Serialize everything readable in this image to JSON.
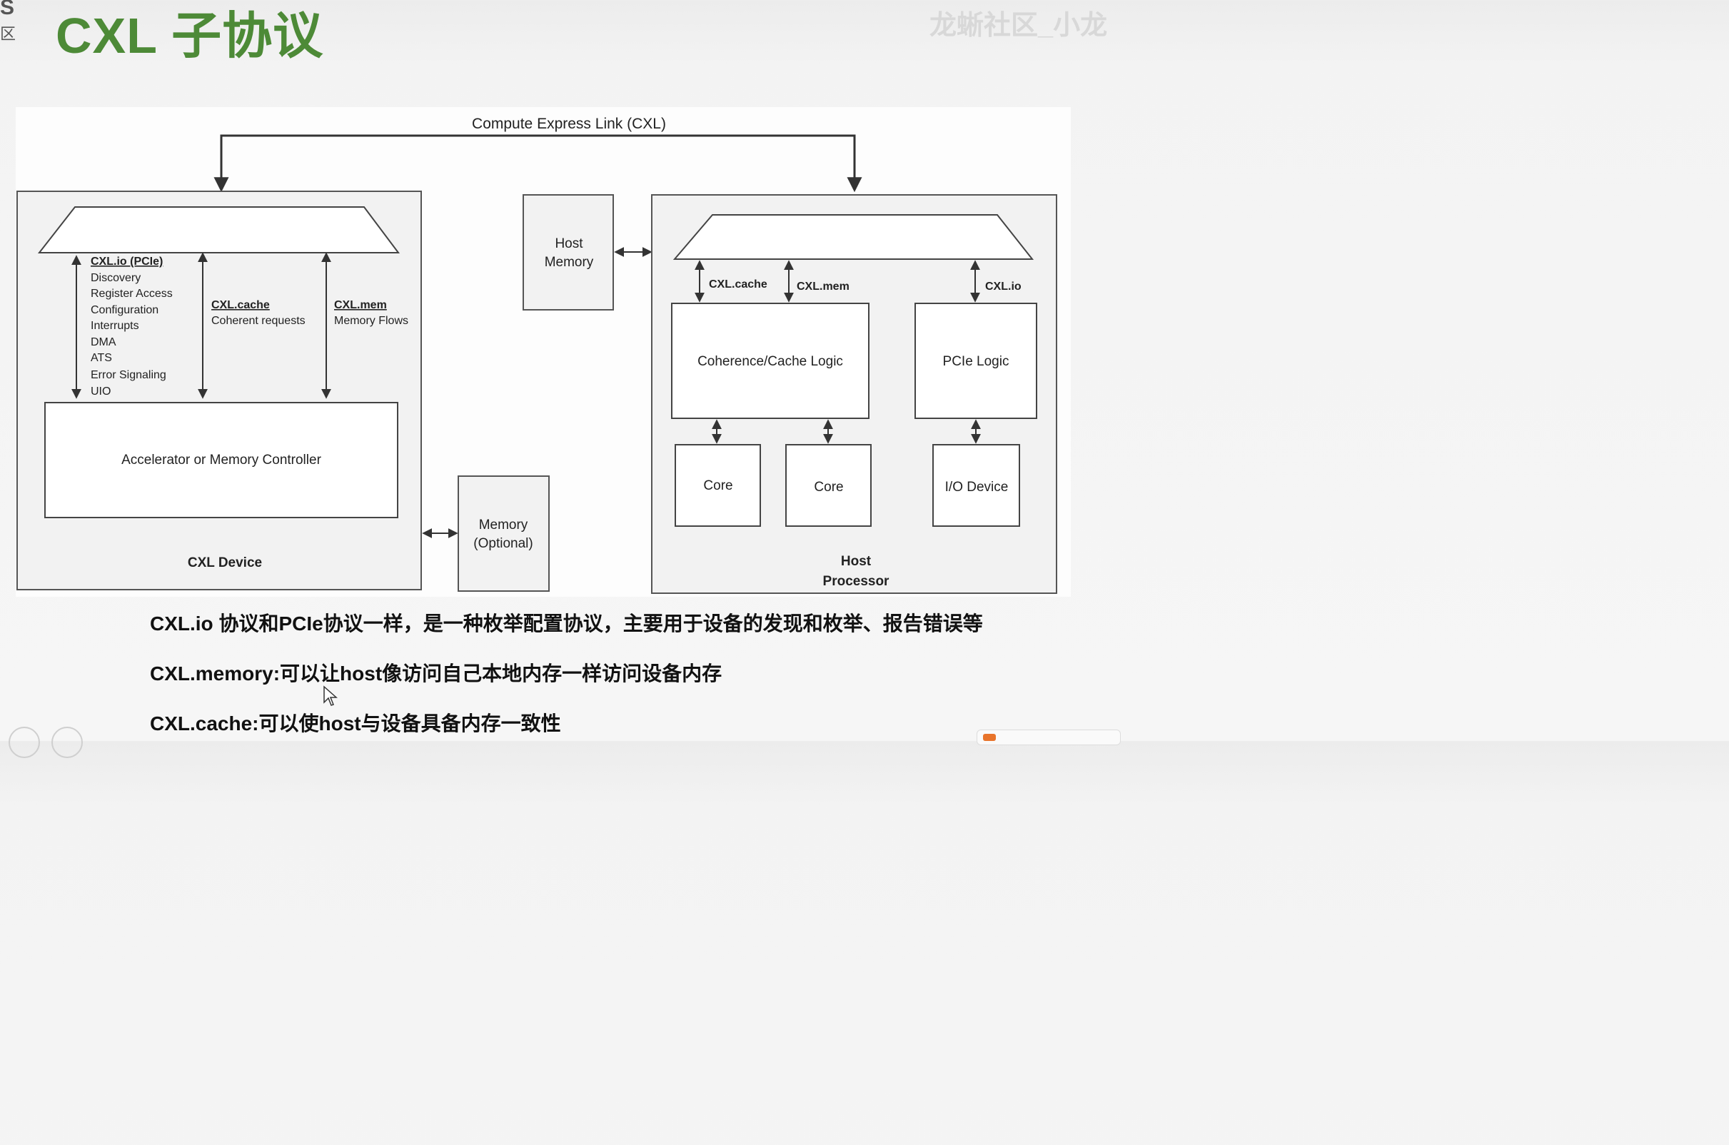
{
  "header": {
    "edge_glyph_top": "S",
    "edge_glyph_bottom": "区",
    "title": "CXL 子协议",
    "watermark": "龙蜥社区_小龙"
  },
  "diagram": {
    "link_label": "Compute Express Link (CXL)",
    "device": {
      "label": "CXL Device",
      "controller_label": "Accelerator or Memory Controller",
      "io_title": "CXL.io (PCIe)",
      "io_items": [
        "Discovery",
        "Register Access",
        "Configuration",
        "Interrupts",
        "DMA",
        "ATS",
        "Error Signaling",
        "UIO"
      ],
      "cache_title": "CXL.cache",
      "cache_desc": "Coherent requests",
      "mem_title": "CXL.mem",
      "mem_desc": "Memory Flows"
    },
    "host_memory": {
      "line1": "Host",
      "line2": "Memory"
    },
    "device_memory": {
      "line1": "Memory",
      "line2": "(Optional)"
    },
    "host": {
      "label_line1": "Host",
      "label_line2": "Processor",
      "cache_label": "CXL.cache",
      "mem_label": "CXL.mem",
      "io_label": "CXL.io",
      "coherence_label": "Coherence/Cache Logic",
      "pcie_label": "PCIe Logic",
      "core1_label": "Core",
      "core2_label": "Core",
      "io_device_label": "I/O Device"
    }
  },
  "bullets": [
    "CXL.io 协议和PCIe协议一样，是一种枚举配置协议，主要用于设备的发现和枚举、报告错误等",
    "CXL.memory:可以让host像访问自己本地内存一样访问设备内存",
    "CXL.cache:可以使host与设备具备内存一致性"
  ],
  "colors": {
    "title": "#4d8a37",
    "box_fill": "#f2f2f2",
    "stroke": "#444444"
  }
}
